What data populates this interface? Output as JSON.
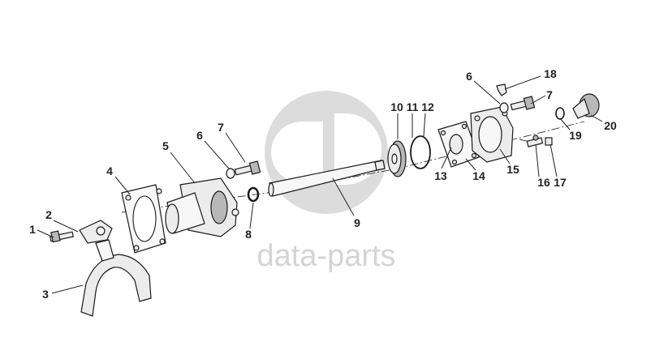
{
  "watermark": {
    "text": "data-parts"
  },
  "colors": {
    "line": "#1a1a1a",
    "watermark": "#d4d4d4",
    "background": "#ffffff"
  },
  "callouts": [
    {
      "id": "c1",
      "label": "1"
    },
    {
      "id": "c2",
      "label": "2"
    },
    {
      "id": "c3",
      "label": "3"
    },
    {
      "id": "c4",
      "label": "4"
    },
    {
      "id": "c5",
      "label": "5"
    },
    {
      "id": "c6a",
      "label": "6"
    },
    {
      "id": "c7a",
      "label": "7"
    },
    {
      "id": "c8",
      "label": "8"
    },
    {
      "id": "c9",
      "label": "9"
    },
    {
      "id": "c10",
      "label": "10"
    },
    {
      "id": "c11",
      "label": "11"
    },
    {
      "id": "c12",
      "label": "12"
    },
    {
      "id": "c13",
      "label": "13"
    },
    {
      "id": "c14",
      "label": "14"
    },
    {
      "id": "c15",
      "label": "15"
    },
    {
      "id": "c16",
      "label": "16"
    },
    {
      "id": "c17",
      "label": "17"
    },
    {
      "id": "c18",
      "label": "18"
    },
    {
      "id": "c6b",
      "label": "6"
    },
    {
      "id": "c7b",
      "label": "7"
    },
    {
      "id": "c19",
      "label": "19"
    },
    {
      "id": "c20",
      "label": "20"
    }
  ]
}
